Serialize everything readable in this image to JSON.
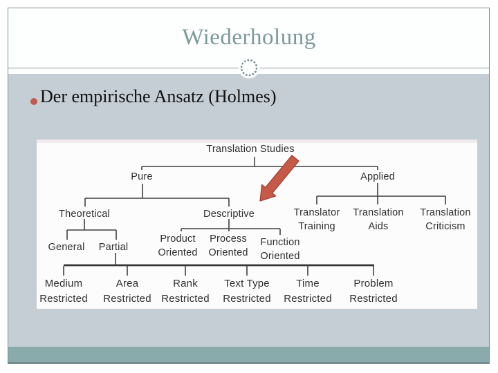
{
  "slide": {
    "title": "Wiederholung",
    "bullet_text": "Der empirische Ansatz (Holmes)"
  },
  "figure": {
    "root": "Translation Studies",
    "pure": "Pure",
    "applied": "Applied",
    "theoretical": "Theoretical",
    "descriptive": "Descriptive",
    "translator_training": {
      "l1": "Translator",
      "l2": "Training"
    },
    "translation_aids": {
      "l1": "Translation",
      "l2": "Aids"
    },
    "translation_criticism": {
      "l1": "Translation",
      "l2": "Criticism"
    },
    "general": "General",
    "partial": "Partial",
    "product_oriented": {
      "l1": "Product",
      "l2": "Oriented"
    },
    "process_oriented": {
      "l1": "Process",
      "l2": "Oriented"
    },
    "function_oriented": {
      "l1": "Function",
      "l2": "Oriented"
    },
    "medium_restricted": {
      "l1": "Medium",
      "l2": "Restricted"
    },
    "area_restricted": {
      "l1": "Area",
      "l2": "Restricted"
    },
    "rank_restricted": {
      "l1": "Rank",
      "l2": "Restricted"
    },
    "text_type_restricted": {
      "l1": "Text Type",
      "l2": "Restricted"
    },
    "time_restricted": {
      "l1": "Time",
      "l2": "Restricted"
    },
    "problem_restricted": {
      "l1": "Problem",
      "l2": "Restricted"
    }
  },
  "colors": {
    "title_teal": "#7c9999",
    "body_bg": "#c5ced5",
    "footer_teal": "#8aabab",
    "accent_red": "#c65a48",
    "bullet_red": "#c4574e",
    "connector_line": "#3f3f3f",
    "figure_bg": "#fdfcfc"
  }
}
